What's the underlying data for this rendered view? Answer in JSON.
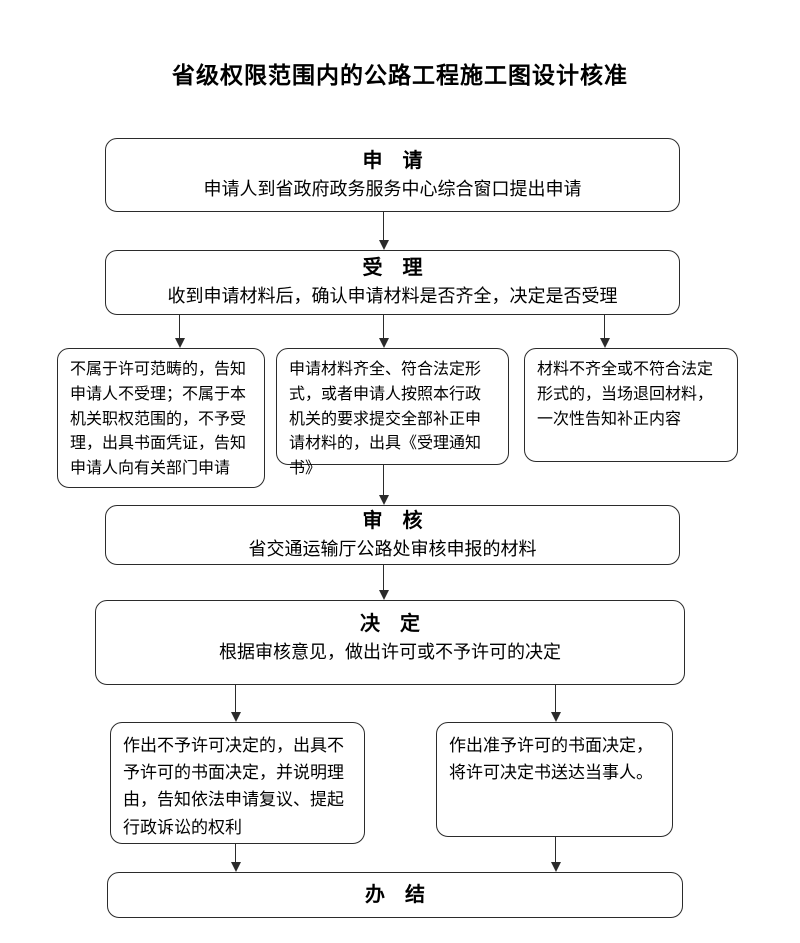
{
  "title": "省级权限范围内的公路工程施工图设计核准",
  "colors": {
    "border": "#2b2b2b",
    "text": "#000000",
    "background": "#ffffff"
  },
  "nodes": {
    "apply": {
      "title": "申　请",
      "body": "申请人到省政府政务服务中心综合窗口提出申请"
    },
    "accept": {
      "title": "受　理",
      "body": "收到申请材料后，确认申请材料是否齐全，决定是否受理"
    },
    "not_accepted": {
      "body": "不属于许可范畴的，告知申请人不受理；不属于本机关职权范围的，不予受理，出具书面凭证，告知申请人向有关部门申请"
    },
    "accepted": {
      "body": "申请材料齐全、符合法定形式，或者申请人按照本行政机关的要求提交全部补正申请材料的，出具《受理通知书》"
    },
    "returned": {
      "body": "材料不齐全或不符合法定形式的，当场退回材料，一次性告知补正内容"
    },
    "review": {
      "title": "审　核",
      "body": "省交通运输厅公路处审核申报的材料"
    },
    "decision": {
      "title": "决　定",
      "body": "根据审核意见，做出许可或不予许可的决定"
    },
    "deny": {
      "body": "作出不予许可决定的，出具不予许可的书面决定，并说明理由，告知依法申请复议、提起行政诉讼的权利"
    },
    "grant": {
      "body": "作出准予许可的书面决定，将许可决定书送达当事人。"
    },
    "complete": {
      "title": "办　结"
    }
  }
}
